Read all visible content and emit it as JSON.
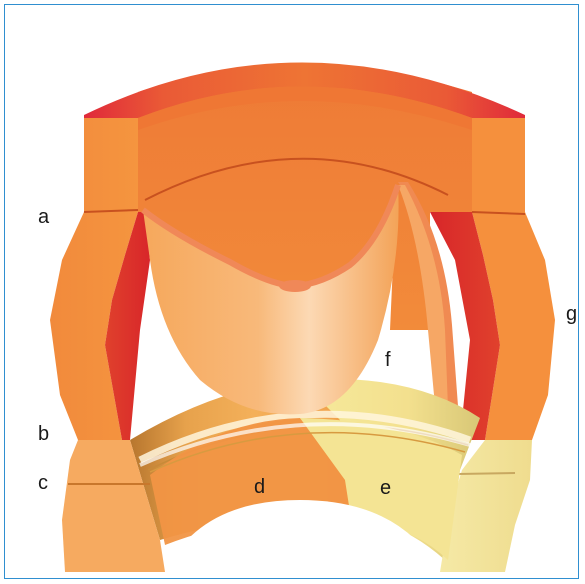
{
  "labels": {
    "a": "a",
    "b": "b",
    "c": "c",
    "d": "d",
    "e": "e",
    "f": "f",
    "g": "g"
  },
  "colors": {
    "frame": "#2f8fd0",
    "orange": "#f28b3a",
    "orange_dark": "#e8702a",
    "red_inner": "#d93a2e",
    "light_orange": "#f6ad63",
    "cusp_light": "#fbd2a8",
    "cream": "#f3e59a"
  }
}
